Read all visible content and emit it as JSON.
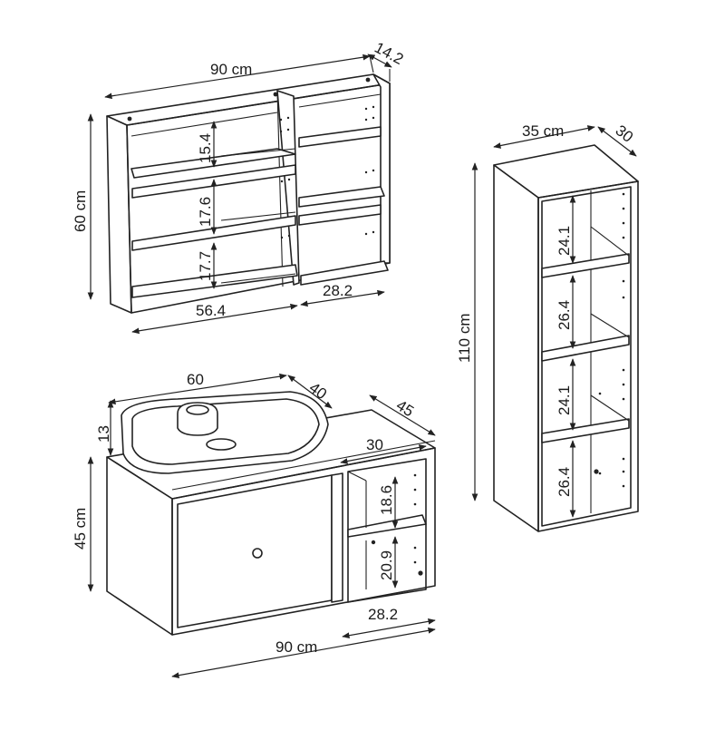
{
  "mirror_cabinet": {
    "width": "90 cm",
    "depth": "14.2",
    "height": "60 cm",
    "shelf_1": "15.4",
    "shelf_2": "17.6",
    "shelf_3": "17.7",
    "left_width": "56.4",
    "right_width": "28.2"
  },
  "tall_cabinet": {
    "width": "35 cm",
    "depth": "30",
    "height": "110 cm",
    "shelf_1": "24.1",
    "shelf_2": "26.4",
    "shelf_3": "24.1",
    "shelf_4": "26.4"
  },
  "vanity": {
    "basin_width": "60",
    "basin_depth": "40",
    "basin_height": "13",
    "top_depth": "45",
    "open_width_top": "30",
    "height": "45 cm",
    "shelf_1": "18.6",
    "shelf_2": "20.9",
    "open_width_bottom": "28.2",
    "width": "90 cm"
  }
}
